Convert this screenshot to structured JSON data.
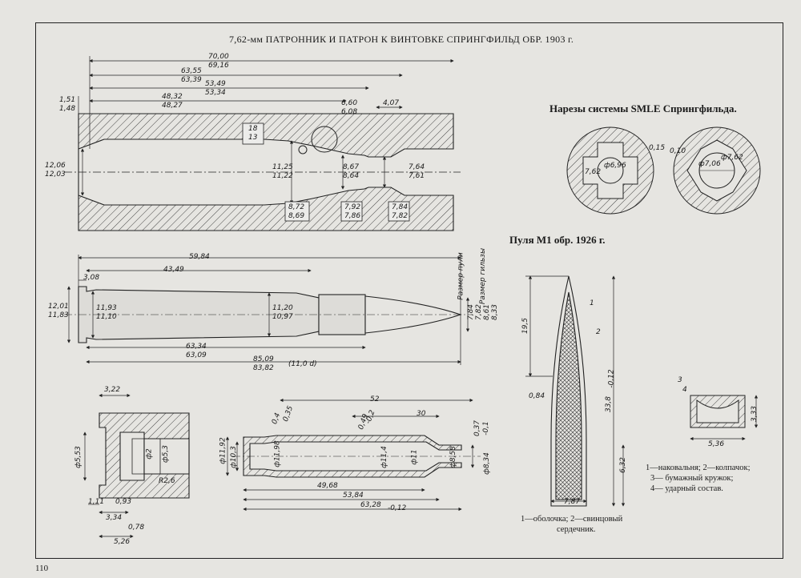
{
  "title": "7,62-мм ПАТРОННИК И ПАТРОН К ВИНТОВКЕ СПРИНГФИЛЬД ОБР. 1903 г.",
  "rifling_title": "Нарезы системы SMLE Спрингфильда.",
  "bullet_title": "Пуля М1 обр. 1926 г.",
  "bullet_legend": [
    "1—оболочка; 2—свинцовый",
    "сердечник."
  ],
  "primer_legend": [
    "1—наковальня; 2—колпачок;",
    "3— бумажный кружок;",
    "4— ударный состав."
  ],
  "page_number": "110",
  "chamber": {
    "dims": [
      "70,00",
      "69,16",
      "63,55",
      "63,39",
      "53,49",
      "53,34",
      "48,32",
      "48,27",
      "1,51",
      "1,48",
      "6,60",
      "6,08",
      "4,07",
      "18",
      "13",
      "12,06",
      "12,03",
      "11,25",
      "11,22",
      "8,67",
      "8,64",
      "7,64",
      "7,61",
      "8,72",
      "8,69",
      "7,92",
      "7,86",
      "7,84",
      "7,82"
    ]
  },
  "cartridge": {
    "dims": [
      "3,08",
      "59,84",
      "43,49",
      "12,01",
      "11,83",
      "11,93",
      "11,10",
      "11,20",
      "10,97",
      "63,34",
      "63,09",
      "85,09",
      "83,82",
      "(11,0 d)",
      "7,84",
      "7,82",
      "8,61",
      "8,33"
    ],
    "side_labels": [
      "Размер пули",
      "Размер гильзы"
    ]
  },
  "base": {
    "dims": [
      "3,22",
      "ф5,53",
      "ф2",
      "ф5,3",
      "R2,6",
      "1,11",
      "0,93",
      "3,34",
      "0,78",
      "5,26"
    ]
  },
  "case": {
    "dims": [
      "52",
      "30",
      "0,4",
      "0,35",
      "0,49",
      "-0,2",
      "ф11,92",
      "ф10,3",
      "ф11,98",
      "ф11,4",
      "ф11",
      "ф8,58",
      "ф8,34",
      "0,37",
      "-0,1",
      "49,68",
      "53,84",
      "63,28",
      "-0,12"
    ]
  },
  "rifling": {
    "dims": [
      "0,15",
      "7,62",
      "ф6,96",
      "0,10",
      "ф7,06",
      "ф7,62"
    ]
  },
  "bullet": {
    "dims": [
      "1",
      "2",
      "19,5",
      "0,84",
      "33,8",
      "-0,12",
      "6,32",
      "7,87"
    ]
  },
  "primer": {
    "dims": [
      "3",
      "4",
      "3,33",
      "5,36"
    ]
  }
}
